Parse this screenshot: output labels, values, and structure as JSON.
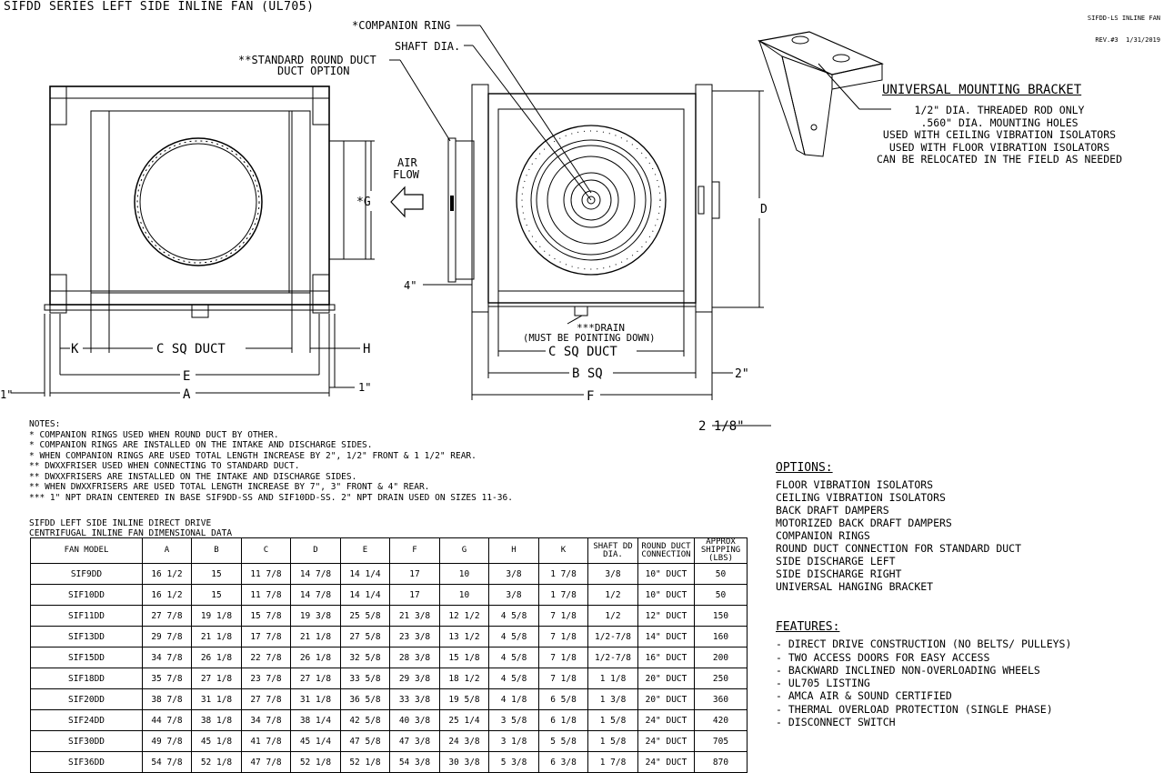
{
  "header": {
    "title": "SIFDD SERIES LEFT SIDE INLINE FAN (UL705)",
    "rev_line1": "SIFDD-LS INLINE FAN",
    "rev_line2": "REV.#3  1/31/2019"
  },
  "labels": {
    "companion_ring": "*COMPANION RING",
    "shaft_dia": "SHAFT DIA.",
    "round_duct_1": "**STANDARD ROUND DUCT",
    "round_duct_2": "DUCT OPTION",
    "air": "AIR",
    "flow": "FLOW",
    "g": "*G",
    "four_in": "4\"",
    "drain_1": "***DRAIN",
    "drain_2": "(MUST BE POINTING DOWN)",
    "k": "K",
    "c_sq_duct_left": "C SQ DUCT",
    "h": "H",
    "e": "E",
    "a": "A",
    "one_in_left": "1\"",
    "one_in_right": "1\"",
    "c_sq_duct_right": "C SQ DUCT",
    "b_sq": "B SQ",
    "two_in": "2\"",
    "f": "F",
    "d": "D",
    "two_eighth": "2 1/8\""
  },
  "bracket": {
    "title": "UNIVERSAL MOUNTING BRACKET",
    "lines": [
      "1/2\" DIA. THREADED ROD ONLY",
      ".560\" DIA. MOUNTING HOLES",
      "USED WITH CEILING VIBRATION ISOLATORS",
      "USED WITH FLOOR VIBRATION ISOLATORS",
      "CAN BE RELOCATED IN THE FIELD AS NEEDED"
    ]
  },
  "notes": [
    "NOTES:",
    "* COMPANION RINGS USED WHEN ROUND DUCT BY OTHER.",
    "* COMPANION RINGS ARE INSTALLED ON THE INTAKE AND DISCHARGE SIDES.",
    "* WHEN COMPANION RINGS ARE USED TOTAL LENGTH INCREASE BY 2\", 1/2\" FRONT & 1 1/2\" REAR.",
    "** DWXXFRISER USED WHEN CONNECTING TO STANDARD DUCT.",
    "** DWXXFRISERS ARE INSTALLED ON THE INTAKE AND DISCHARGE SIDES.",
    "** WHEN DWXXFRISERS ARE USED TOTAL LENGTH INCREASE BY 7\", 3\" FRONT & 4\" REAR.",
    "*** 1\" NPT DRAIN CENTERED IN BASE SIF9DD-SS AND SIF10DD-SS. 2\" NPT DRAIN USED ON SIZES 11-36."
  ],
  "table": {
    "caption_1": "SIFDD LEFT SIDE INLINE DIRECT DRIVE",
    "caption_2": "CENTRIFUGAL INLINE FAN DIMENSIONAL DATA",
    "headers": [
      "FAN MODEL",
      "A",
      "B",
      "C",
      "D",
      "E",
      "F",
      "G",
      "H",
      "K",
      "SHAFT DD DIA.",
      "ROUND DUCT CONNECTION",
      "APPROX SHIPPING (LBS)"
    ],
    "rows": [
      [
        "SIF9DD",
        "16 1/2",
        "15",
        "11 7/8",
        "14 7/8",
        "14 1/4",
        "17",
        "10",
        "3/8",
        "1 7/8",
        "3/8",
        "10\" DUCT",
        "50"
      ],
      [
        "SIF10DD",
        "16 1/2",
        "15",
        "11 7/8",
        "14 7/8",
        "14 1/4",
        "17",
        "10",
        "3/8",
        "1 7/8",
        "1/2",
        "10\" DUCT",
        "50"
      ],
      [
        "SIF11DD",
        "27 7/8",
        "19 1/8",
        "15 7/8",
        "19 3/8",
        "25 5/8",
        "21 3/8",
        "12 1/2",
        "4 5/8",
        "7 1/8",
        "1/2",
        "12\" DUCT",
        "150"
      ],
      [
        "SIF13DD",
        "29 7/8",
        "21 1/8",
        "17 7/8",
        "21 1/8",
        "27 5/8",
        "23 3/8",
        "13 1/2",
        "4 5/8",
        "7 1/8",
        "1/2-7/8",
        "14\" DUCT",
        "160"
      ],
      [
        "SIF15DD",
        "34 7/8",
        "26 1/8",
        "22 7/8",
        "26 1/8",
        "32 5/8",
        "28 3/8",
        "15 1/8",
        "4 5/8",
        "7 1/8",
        "1/2-7/8",
        "16\" DUCT",
        "200"
      ],
      [
        "SIF18DD",
        "35 7/8",
        "27 1/8",
        "23 7/8",
        "27 1/8",
        "33 5/8",
        "29 3/8",
        "18 1/2",
        "4 5/8",
        "7 1/8",
        "1 1/8",
        "20\" DUCT",
        "250"
      ],
      [
        "SIF20DD",
        "38 7/8",
        "31 1/8",
        "27 7/8",
        "31 1/8",
        "36 5/8",
        "33 3/8",
        "19 5/8",
        "4 1/8",
        "6 5/8",
        "1 3/8",
        "20\" DUCT",
        "360"
      ],
      [
        "SIF24DD",
        "44 7/8",
        "38 1/8",
        "34 7/8",
        "38 1/4",
        "42 5/8",
        "40 3/8",
        "25 1/4",
        "3 5/8",
        "6 1/8",
        "1 5/8",
        "24\" DUCT",
        "420"
      ],
      [
        "SIF30DD",
        "49 7/8",
        "45 1/8",
        "41 7/8",
        "45 1/4",
        "47 5/8",
        "47 3/8",
        "24 3/8",
        "3 1/8",
        "5 5/8",
        "1 5/8",
        "24\" DUCT",
        "705"
      ],
      [
        "SIF36DD",
        "54 7/8",
        "52 1/8",
        "47 7/8",
        "52 1/8",
        "52 1/8",
        "54 3/8",
        "30 3/8",
        "5 3/8",
        "6 3/8",
        "1 7/8",
        "24\" DUCT",
        "870"
      ]
    ]
  },
  "options": {
    "title": "OPTIONS:",
    "items": [
      "FLOOR VIBRATION ISOLATORS",
      "CEILING VIBRATION ISOLATORS",
      "BACK DRAFT DAMPERS",
      "MOTORIZED BACK DRAFT DAMPERS",
      "COMPANION RINGS",
      "ROUND DUCT CONNECTION FOR STANDARD DUCT",
      "SIDE DISCHARGE LEFT",
      "SIDE DISCHARGE RIGHT",
      "UNIVERSAL HANGING BRACKET"
    ]
  },
  "features": {
    "title": "FEATURES:",
    "items": [
      "- DIRECT DRIVE CONSTRUCTION (NO BELTS/ PULLEYS)",
      "- TWO ACCESS DOORS FOR EASY ACCESS",
      "- BACKWARD INCLINED NON-OVERLOADING WHEELS",
      "- UL705 LISTING",
      "- AMCA AIR & SOUND CERTIFIED",
      "- THERMAL OVERLOAD PROTECTION (SINGLE PHASE)",
      "- DISCONNECT SWITCH"
    ]
  }
}
